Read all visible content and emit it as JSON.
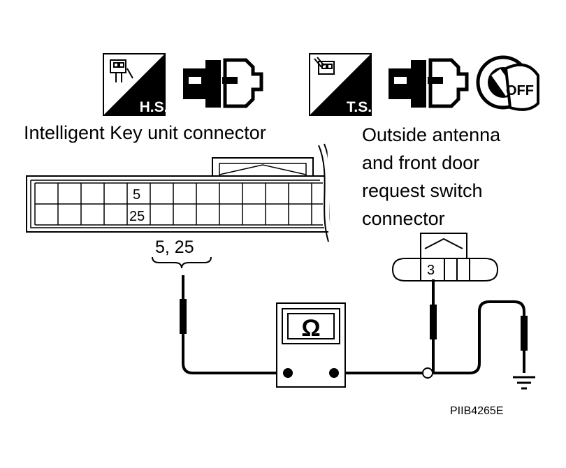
{
  "badges": {
    "hs": "H.S.",
    "ts": "T.S.",
    "off": "OFF"
  },
  "labels": {
    "key_unit_connector": "Intelligent Key unit connector",
    "antenna_connector_lines": [
      "Outside antenna",
      "and front door",
      "request switch",
      "connector"
    ],
    "pins_5_25": "5, 25",
    "pin_5": "5",
    "pin_25": "25",
    "pin_3": "3",
    "ohm_symbol": "Ω",
    "figure_code": "PIIB4265E"
  }
}
